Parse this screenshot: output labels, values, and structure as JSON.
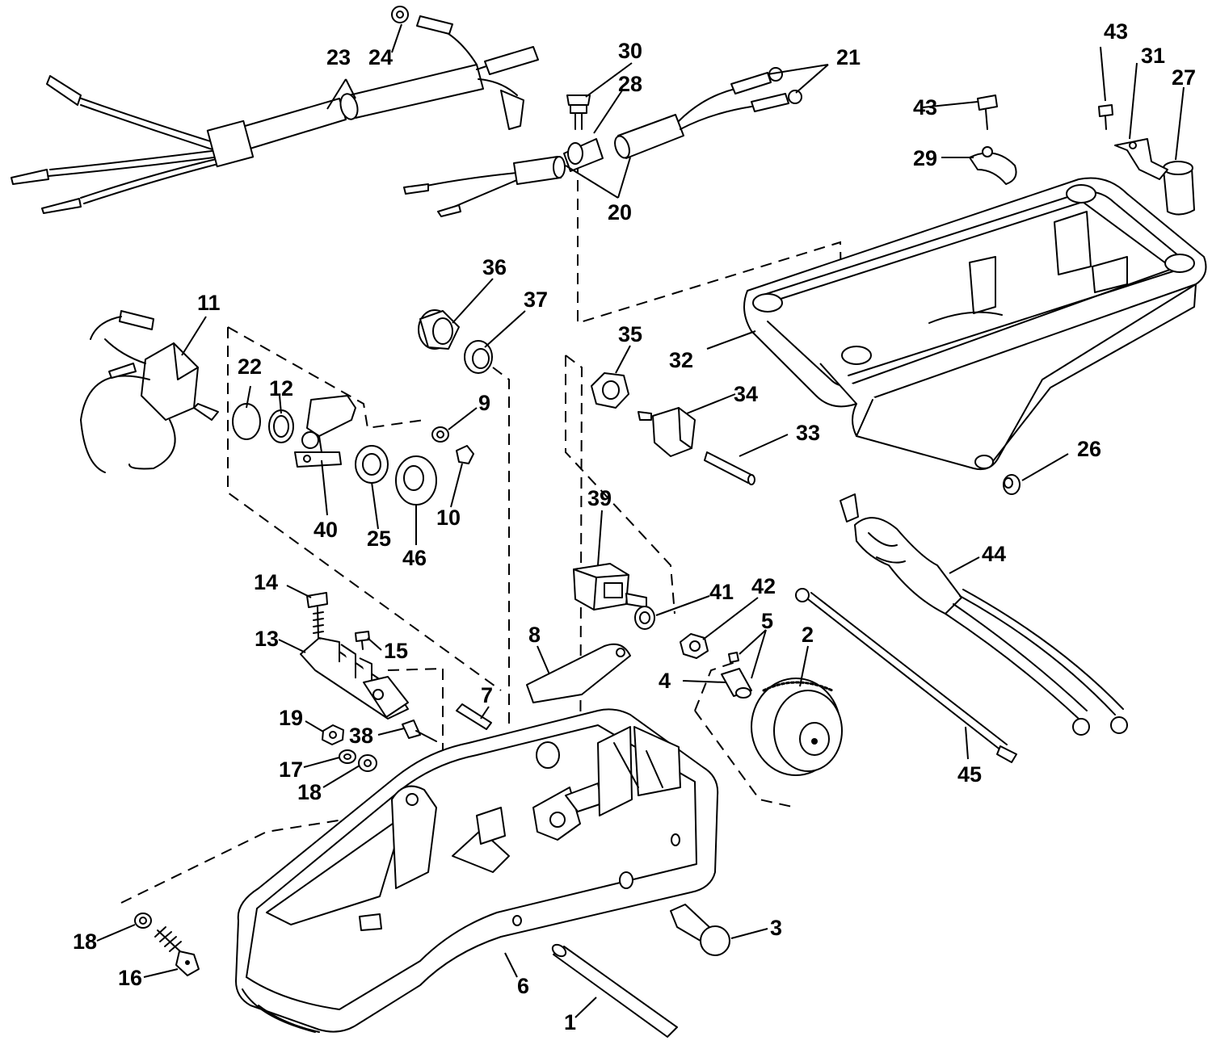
{
  "part_labels": [
    "1",
    "2",
    "3",
    "4",
    "5",
    "6",
    "7",
    "8",
    "9",
    "10",
    "11",
    "12",
    "13",
    "14",
    "15",
    "16",
    "17",
    "18",
    "18",
    "19",
    "20",
    "21",
    "22",
    "23",
    "24",
    "25",
    "26",
    "27",
    "28",
    "29",
    "30",
    "31",
    "32",
    "33",
    "34",
    "35",
    "36",
    "37",
    "38",
    "39",
    "40",
    "41",
    "42",
    "43",
    "43",
    "44",
    "45",
    "46"
  ]
}
